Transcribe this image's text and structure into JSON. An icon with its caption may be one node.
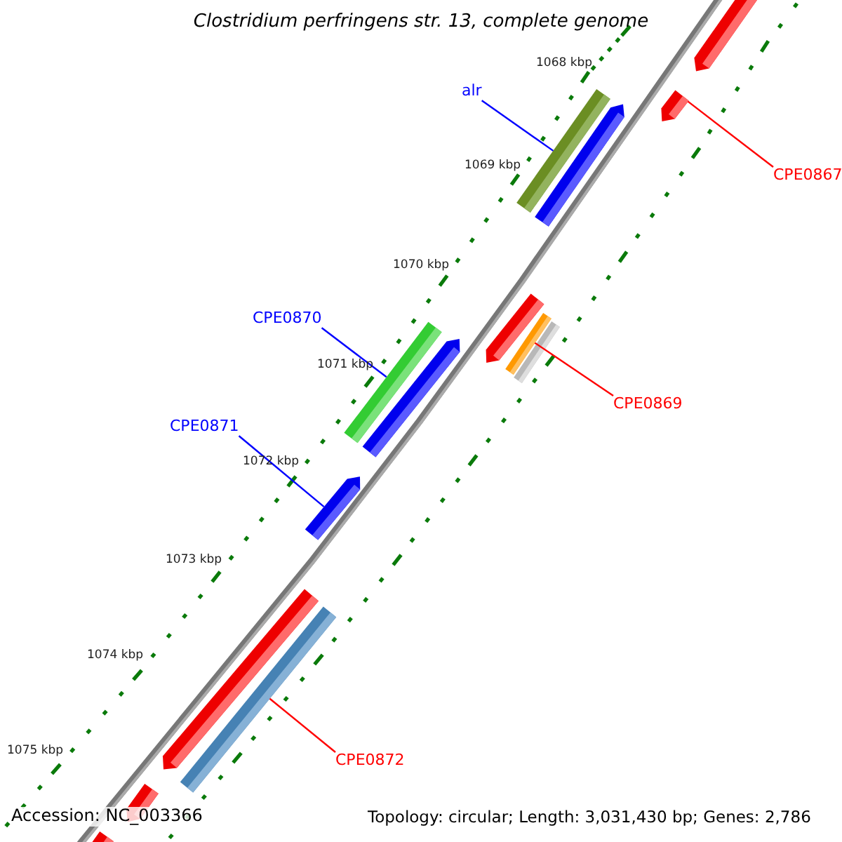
{
  "diagram": {
    "title": "Clostridium perfringens str. 13, complete genome",
    "nodes": [
      {
        "text": [
          "alr"
        ]
      },
      {
        "text": [
          "CPE0867"
        ]
      },
      {
        "text": [
          "CPE0870"
        ]
      },
      {
        "text": [
          "CPE0869"
        ]
      },
      {
        "text": [
          "CPE0871"
        ]
      },
      {
        "text": [
          "CPE0872"
        ]
      },
      {
        "text": [],
        "shape": "arrow"
      },
      {
        "text": [],
        "shape": "arrow"
      },
      {
        "text": [],
        "shape": "bar"
      },
      {
        "text": [],
        "shape": "arrow"
      },
      {
        "text": [],
        "shape": "arrow"
      },
      {
        "text": [],
        "shape": "bar"
      },
      {
        "text": [],
        "shape": "bar"
      },
      {
        "text": [],
        "shape": "bar"
      },
      {
        "text": [],
        "shape": "arrow"
      },
      {
        "text": [],
        "shape": "arrow"
      },
      {
        "text": [],
        "shape": "arrow"
      },
      {
        "text": [],
        "shape": "bar"
      },
      {
        "text": [],
        "shape": "arrow"
      },
      {
        "text": [],
        "shape": "bar"
      }
    ],
    "edges": [
      {
        "from": 0,
        "to": 8,
        "arrow": "none",
        "color": "#0000ff"
      },
      {
        "from": 1,
        "to": 7,
        "arrow": "none",
        "color": "#ff0000"
      },
      {
        "from": 2,
        "to": 13,
        "arrow": "none",
        "color": "#0000ff"
      },
      {
        "from": 3,
        "to": 11,
        "arrow": "none",
        "color": "#ff0000"
      },
      {
        "from": 4,
        "to": 15,
        "arrow": "none",
        "color": "#0000ff"
      },
      {
        "from": 5,
        "to": 17,
        "arrow": "none",
        "color": "#ff0000"
      }
    ],
    "labels": [
      "1068 kbp",
      "1069 kbp",
      "1070 kbp",
      "1071 kbp",
      "1072 kbp",
      "1073 kbp",
      "1074 kbp",
      "1075 kbp",
      "Accession: NC_003366",
      "Topology: circular; Length: 3,031,430 bp; Genes: 2,786"
    ]
  }
}
